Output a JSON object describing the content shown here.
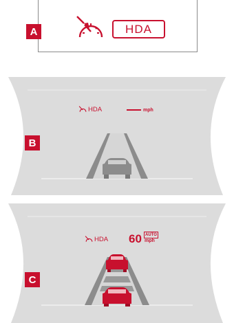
{
  "panel_a": {
    "tag": "A",
    "hda_label": "HDA"
  },
  "panel_b": {
    "tag": "B",
    "hda_label": "HDA",
    "speed_unit": "mph"
  },
  "panel_c": {
    "tag": "C",
    "hda_label": "HDA",
    "speed_value": "60",
    "auto_label": "AUTO",
    "speed_unit": "mph"
  },
  "colors": {
    "accent": "#c8102e",
    "cluster_bg": "#dcdcdc",
    "lane_gray": "#8c8c8c"
  },
  "icons": [
    "hda-steering-gauge-icon",
    "car-icon"
  ]
}
